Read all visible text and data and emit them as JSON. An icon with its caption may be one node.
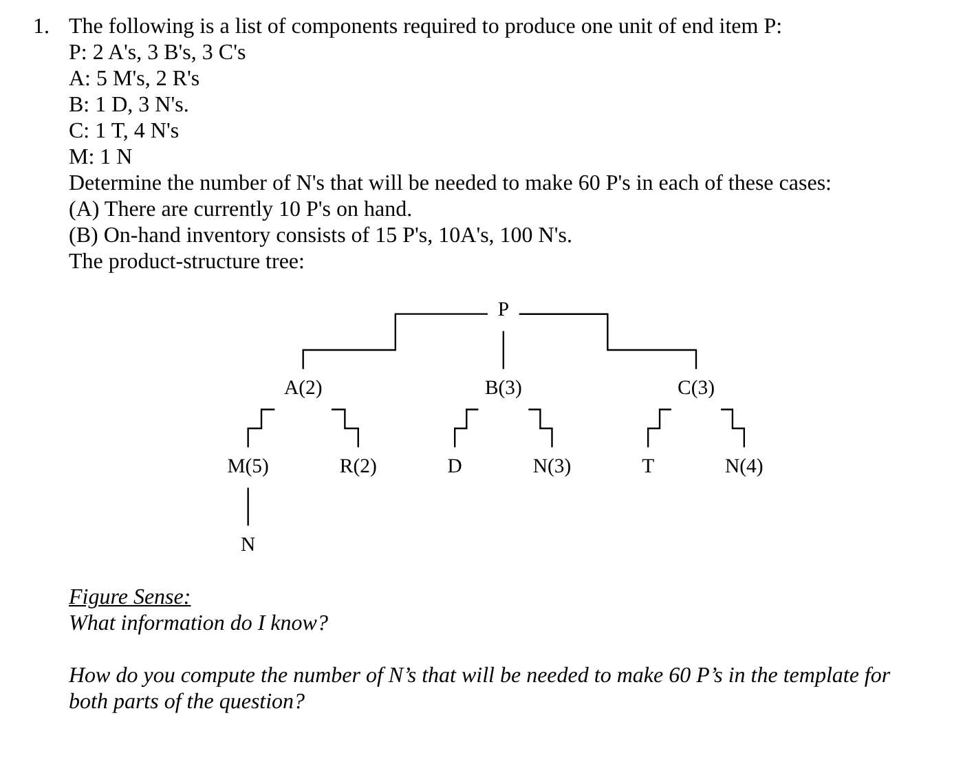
{
  "diagram": {
    "nodes": [
      {
        "text": [
          "P"
        ]
      },
      {
        "text": [
          "A(2)"
        ]
      },
      {
        "text": [
          "B(3)"
        ]
      },
      {
        "text": [
          "C(3)"
        ]
      },
      {
        "text": [
          "M(5)"
        ]
      },
      {
        "text": [
          "R(2)"
        ]
      },
      {
        "text": [
          "D"
        ]
      },
      {
        "text": [
          "N(3)"
        ]
      },
      {
        "text": [
          "T"
        ]
      },
      {
        "text": [
          "N(4)"
        ]
      },
      {
        "text": [
          "N"
        ]
      }
    ],
    "edges": [
      {
        "from": 0,
        "to": 1,
        "arrow": "none"
      },
      {
        "from": 0,
        "to": 2,
        "arrow": "none"
      },
      {
        "from": 0,
        "to": 3,
        "arrow": "none"
      },
      {
        "from": 1,
        "to": 4,
        "arrow": "none"
      },
      {
        "from": 1,
        "to": 5,
        "arrow": "none"
      },
      {
        "from": 2,
        "to": 6,
        "arrow": "none"
      },
      {
        "from": 2,
        "to": 7,
        "arrow": "none"
      },
      {
        "from": 3,
        "to": 8,
        "arrow": "none"
      },
      {
        "from": 3,
        "to": 9,
        "arrow": "none"
      },
      {
        "from": 4,
        "to": 10,
        "arrow": "none"
      }
    ],
    "labels": [
      "1.",
      "The following is a list of components required to produce one unit of end item P:",
      "P: 2 A's, 3 B's, 3 C's",
      "A: 5 M's, 2 R's",
      "B: 1 D, 3 N's.",
      "C: 1 T, 4 N's",
      "M: 1 N",
      "Determine the number of N's that will be needed to make 60 P's in each of these cases:",
      "(A) There are currently 10 P's on hand.",
      "(B) On-hand inventory consists of 15 P's, 10A's, 100 N's.",
      "The product-structure tree:",
      "Figure Sense:",
      "What information do I know?",
      "How do you compute the number of N’s that will be needed to make 60 P’s in the template for both parts of the question?"
    ]
  }
}
